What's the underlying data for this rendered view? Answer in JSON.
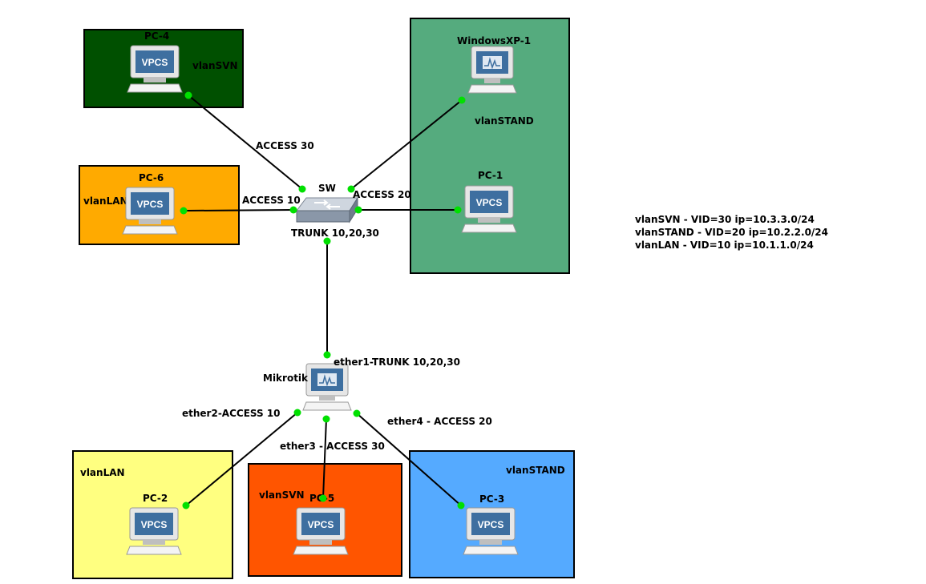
{
  "colors": {
    "vlanSVN_top": "#005000",
    "vlanLAN_top": "#ffaa00",
    "vlanSTAND_top": "#55ab7e",
    "vlanLAN_bottom": "#ffff80",
    "vlanSVN_bottom": "#ff5500",
    "vlanSTAND_bottom": "#55aaff",
    "link_dot": "#00e000"
  },
  "zones": {
    "pc4_vlan": "vlanSVN",
    "pc6_vlan": "vlanLAN",
    "xp_vlan": "vlanSTAND",
    "pc2_vlan": "vlanLAN",
    "pc5_vlan": "vlanSVN",
    "pc3_vlan": "vlanSTAND"
  },
  "devices": {
    "pc4": {
      "name": "PC-4",
      "badge": "VPCS",
      "icon": "vpcs-computer-icon"
    },
    "pc6": {
      "name": "PC-6",
      "badge": "VPCS",
      "icon": "vpcs-computer-icon"
    },
    "xp": {
      "name": "WindowsXP-1",
      "icon": "vm-monitor-icon"
    },
    "pc1": {
      "name": "PC-1",
      "badge": "VPCS",
      "icon": "vpcs-computer-icon"
    },
    "sw": {
      "name": "SW",
      "icon": "ethernet-switch-icon"
    },
    "mikrotik": {
      "name": "Mikrotik",
      "icon": "vm-monitor-icon"
    },
    "pc2": {
      "name": "PC-2",
      "badge": "VPCS",
      "icon": "vpcs-computer-icon"
    },
    "pc5": {
      "name": "PC-5",
      "badge": "VPCS",
      "icon": "vpcs-computer-icon"
    },
    "pc3": {
      "name": "PC-3",
      "badge": "VPCS",
      "icon": "vpcs-computer-icon"
    }
  },
  "links": {
    "access30": "ACCESS 30",
    "access10": "ACCESS 10",
    "access20": "ACCESS 20",
    "trunk": "TRUNK 10,20,30",
    "ether1": "ether1-TRUNK 10,20,30",
    "ether2": "ether2-ACCESS 10",
    "ether3": "ether3 - ACCESS 30",
    "ether4": "ether4 - ACCESS 20"
  },
  "legend": {
    "line1": "vlanSVN - VID=30 ip=10.3.3.0/24",
    "line2": "vlanSTAND - VID=20 ip=10.2.2.0/24",
    "line3": "vlanLAN - VID=10 ip=10.1.1.0/24"
  }
}
